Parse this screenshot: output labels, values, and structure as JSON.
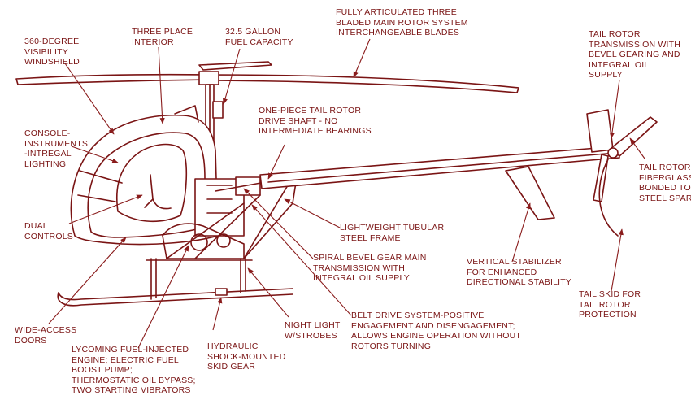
{
  "colors": {
    "ink": "#7a1414",
    "leader": "#8a1c1c",
    "background": "#ffffff"
  },
  "callouts": [
    {
      "id": "windshield",
      "text": "360-DEGREE\nVISIBILITY\nWINDSHIELD"
    },
    {
      "id": "interior",
      "text": "THREE PLACE\nINTERIOR"
    },
    {
      "id": "fuel",
      "text": "32.5 GALLON\nFUEL CAPACITY"
    },
    {
      "id": "main-rotor",
      "text": "FULLY ARTICULATED THREE\nBLADED MAIN ROTOR SYSTEM\nINTERCHANGEABLE BLADES"
    },
    {
      "id": "tail-rotor-transmission",
      "text": "TAIL ROTOR\nTRANSMISSION WITH\nBEVEL GEARING AND\nINTEGRAL OIL\nSUPPLY"
    },
    {
      "id": "drive-shaft",
      "text": "ONE-PIECE TAIL ROTOR\nDRIVE SHAFT - NO\nINTERMEDIATE BEARINGS"
    },
    {
      "id": "console",
      "text": "CONSOLE-\nINSTRUMENTS\n-INTREGAL\nLIGHTING"
    },
    {
      "id": "tail-rotor-blades",
      "text": "TAIL ROTOR\nFIBERGLASS\nBONDED TO\nSTEEL SPAR"
    },
    {
      "id": "dual-controls",
      "text": "DUAL\nCONTROLS"
    },
    {
      "id": "frame",
      "text": "LIGHTWEIGHT TUBULAR\nSTEEL FRAME"
    },
    {
      "id": "main-transmission",
      "text": "SPIRAL BEVEL GEAR MAIN\nTRANSMISSION WITH\nINTEGRAL OIL SUPPLY"
    },
    {
      "id": "stabilizer",
      "text": "VERTICAL STABILIZER\nFOR ENHANCED\nDIRECTIONAL STABILITY"
    },
    {
      "id": "tail-skid",
      "text": "TAIL SKID FOR\nTAIL ROTOR\nPROTECTION"
    },
    {
      "id": "night-light",
      "text": "NIGHT LIGHT\nW/STROBES"
    },
    {
      "id": "belt-drive",
      "text": "BELT DRIVE SYSTEM-POSITIVE\nENGAGEMENT AND DISENGAGEMENT;\nALLOWS ENGINE OPERATION WITHOUT\nROTORS TURNING"
    },
    {
      "id": "doors",
      "text": "WIDE-ACCESS\nDOORS"
    },
    {
      "id": "engine",
      "text": "LYCOMING FUEL-INJECTED\nENGINE; ELECTRIC FUEL\nBOOST PUMP;\nTHERMOSTATIC OIL BYPASS;\nTWO STARTING VIBRATORS"
    },
    {
      "id": "skid-gear",
      "text": "HYDRAULIC\nSHOCK-MOUNTED\nSKID GEAR"
    }
  ]
}
